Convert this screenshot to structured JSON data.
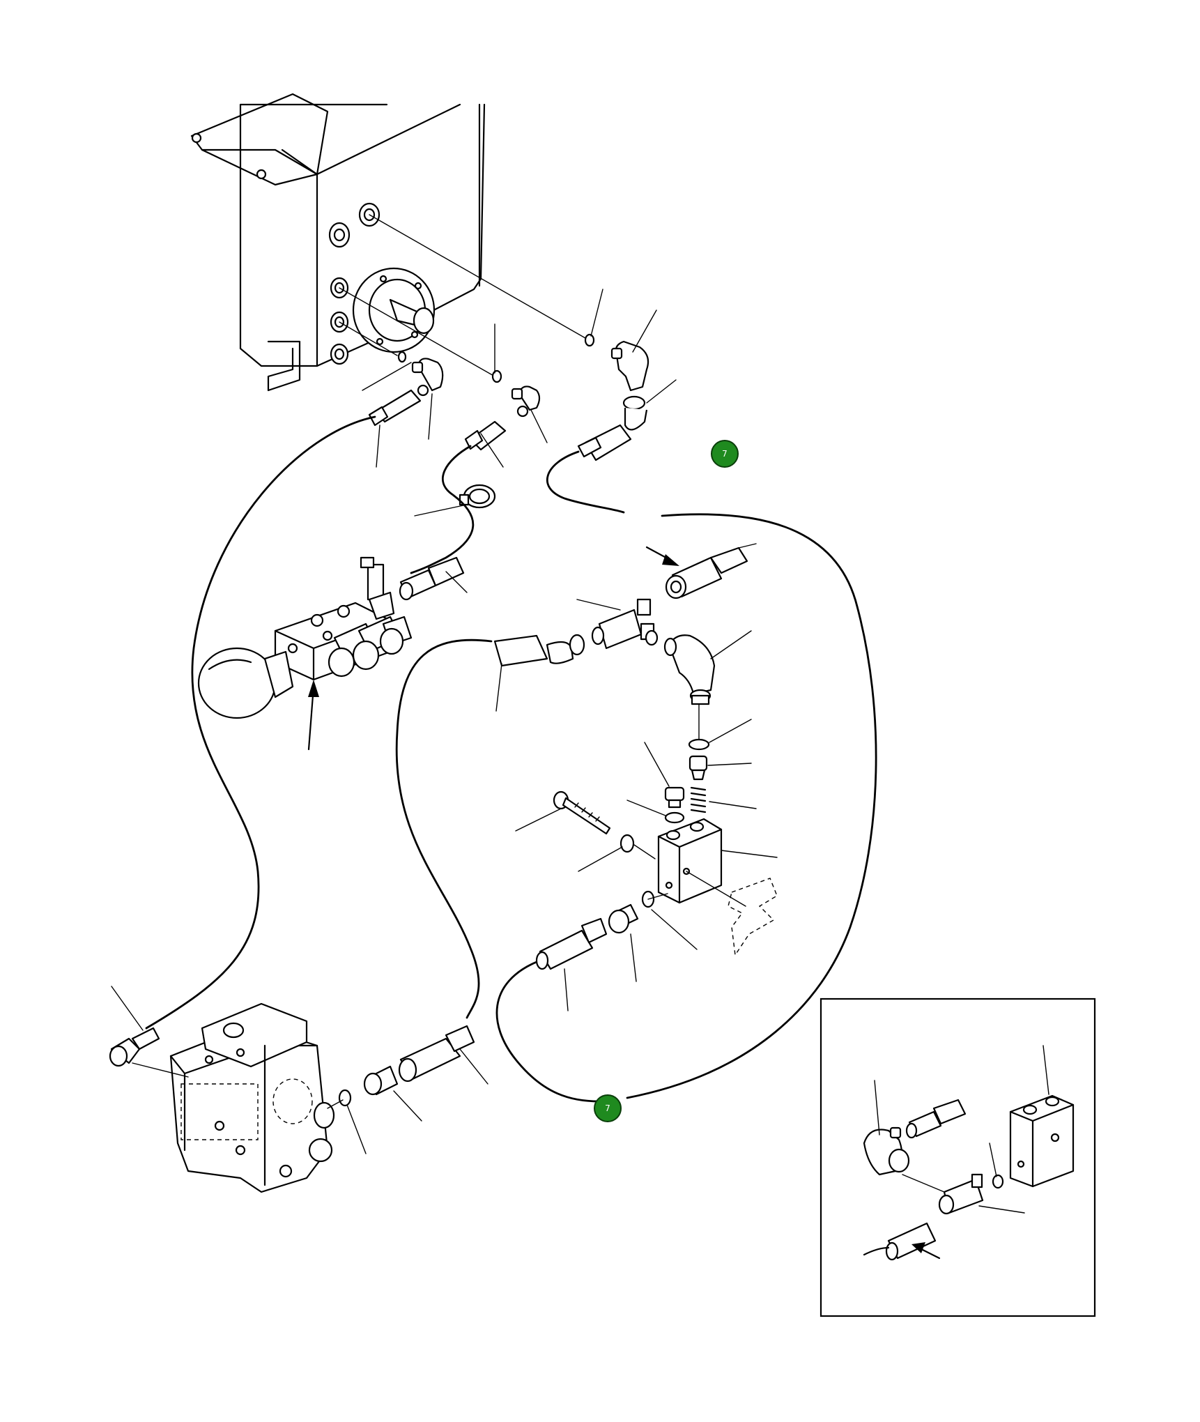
{
  "diagram": {
    "reference_markers": [
      {
        "label": "7"
      },
      {
        "label": "7"
      }
    ],
    "colors": {
      "line": "#000000",
      "background": "#ffffff",
      "marker_fill": "#1f8a1f"
    },
    "icons": [
      "arrow-indicator-icon",
      "callout-leader-line"
    ]
  }
}
